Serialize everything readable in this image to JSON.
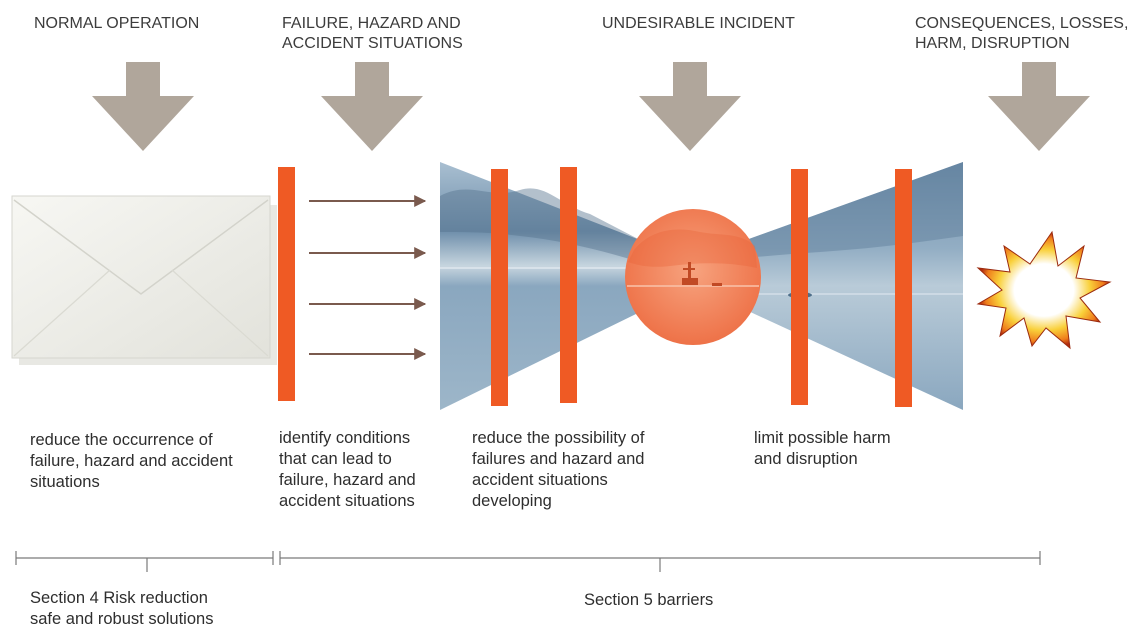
{
  "headings": {
    "normal_operation": "NORMAL OPERATION",
    "failure": "FAILURE, HAZARD AND\nACCIDENT SITUATIONS",
    "incident": "UNDESIRABLE INCIDENT",
    "consequences": "CONSEQUENCES, LOSSES,\nHARM, DISRUPTION"
  },
  "descriptions": {
    "reduce_occurrence": "reduce the occurrence of\nfailure, hazard and accident\nsituations",
    "identify_conditions": "identify conditions\nthat can lead to\nfailure, hazard and\naccident situations",
    "reduce_possibility": "reduce the possibility of\nfailures and hazard and\naccident situations\ndeveloping",
    "limit_harm": "limit possible harm\nand disruption"
  },
  "footer": {
    "section4": "Section 4 Risk reduction\nsafe and robust solutions",
    "section5": "Section 5 barriers"
  },
  "colors": {
    "arrow": "#b0a69b",
    "barrier": "#ef5a24",
    "sea": "#7e9fba",
    "incident": "#f0825a",
    "envelope": "#ecece6",
    "text": "#2e2e2e"
  }
}
